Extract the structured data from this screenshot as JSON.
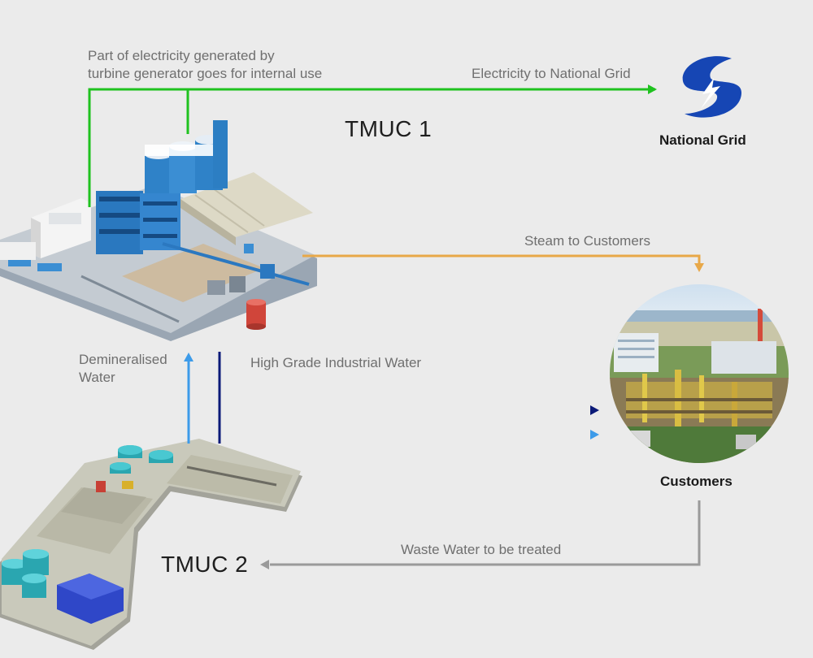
{
  "plants": {
    "tmuc1": "TMUC 1",
    "tmuc2": "TMUC 2"
  },
  "nodes": {
    "national_grid": "National Grid",
    "customers": "Customers"
  },
  "flows": {
    "internal_use_line1": "Part of electricity generated by",
    "internal_use_line2": "turbine generator goes for internal use",
    "electricity": "Electricity to National Grid",
    "steam": "Steam to Customers",
    "demin_line1": "Demineralised",
    "demin_line2": "Water",
    "industrial_water": "High Grade Industrial Water",
    "waste_water": "Waste Water to be treated"
  },
  "colors": {
    "electricity": "#1fc21f",
    "steam": "#e8a848",
    "industrial_water": "#0b1a78",
    "demin_water": "#3d9be9",
    "waste_water": "#9a9a9a",
    "grid_logo": "#1646b4"
  }
}
